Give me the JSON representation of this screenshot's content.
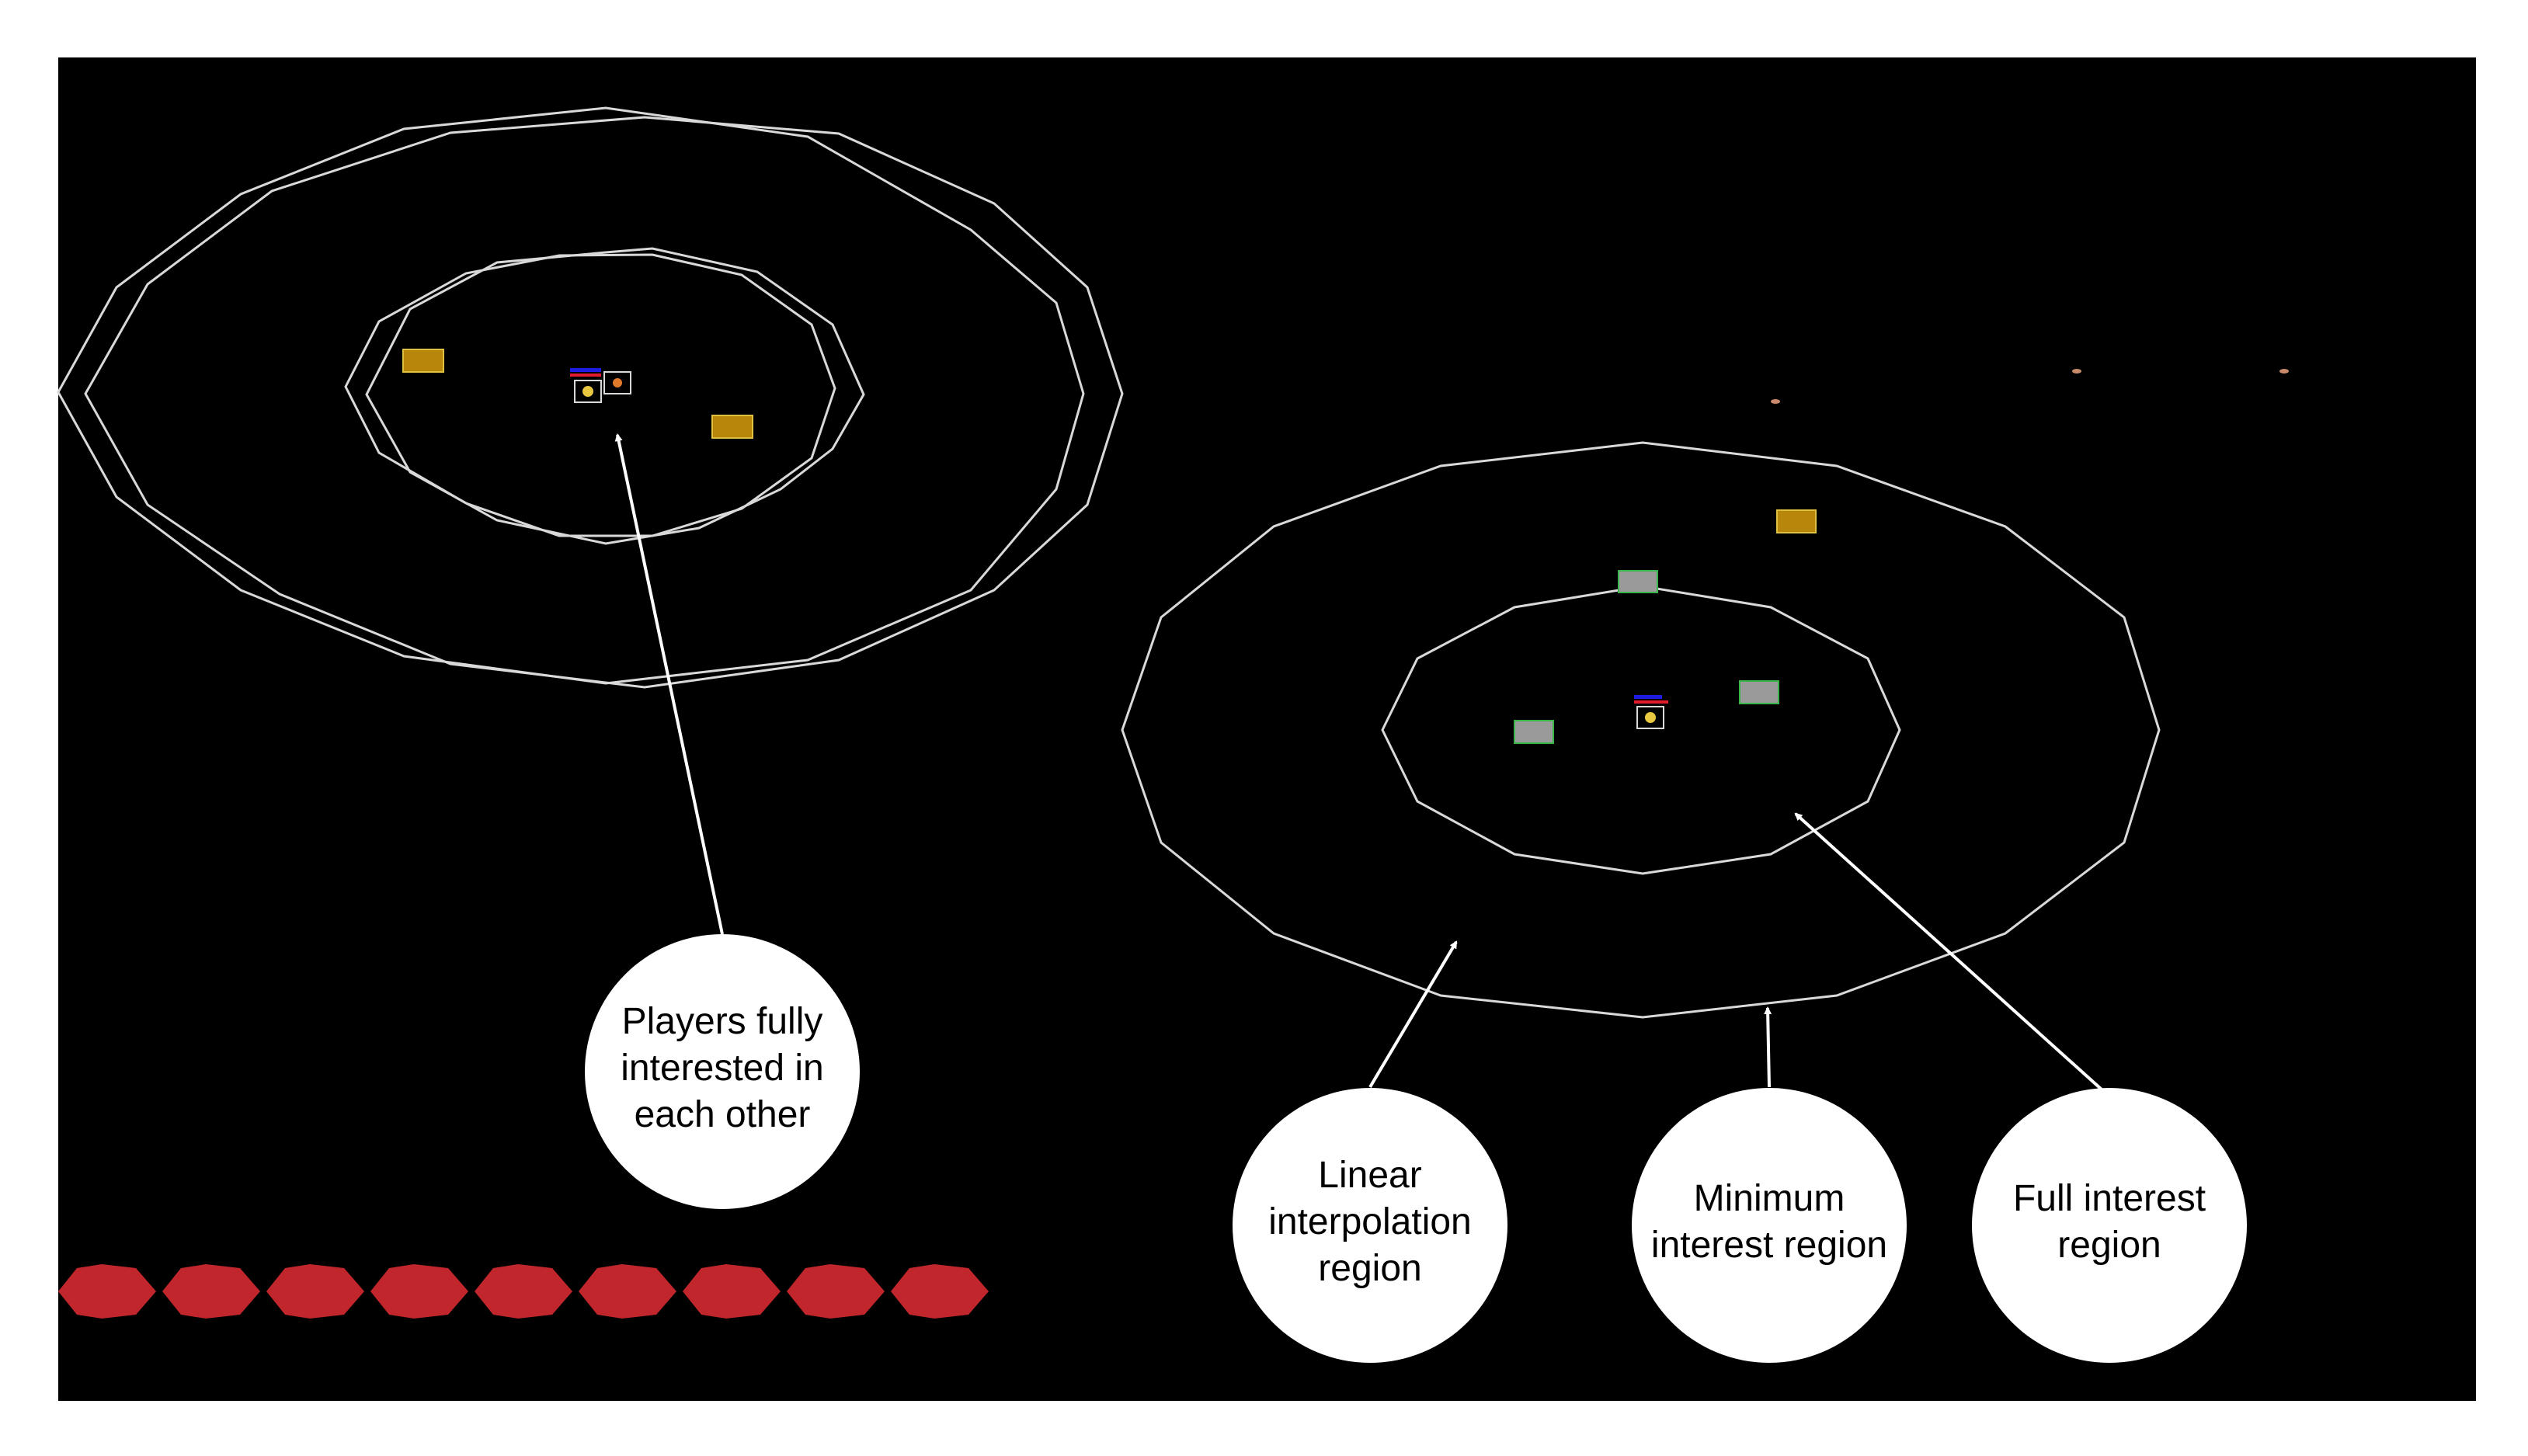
{
  "colors": {
    "background": "#000000",
    "frame": "#ffffff",
    "ring": "#d9d9d9",
    "coin": "#b8860b",
    "coin_border": "#e0c040",
    "grey_item": "#9a9a9a",
    "grey_item_border": "#39b54a",
    "health_bar": "#e11b2b",
    "mana_bar": "#1d1de0",
    "life_token": "#c0262c",
    "callout": "#ffffff",
    "callout_text": "#000000",
    "arrow": "#ffffff"
  },
  "life_tokens": {
    "count": 9,
    "icon": "red-octagon-icon"
  },
  "callouts": {
    "players_fully_interested": "Players fully\ninterested in\neach other",
    "linear_interpolation": "Linear\ninterpolation\nregion",
    "minimum_interest": "Minimum\ninterest region",
    "full_interest": "Full interest\nregion"
  }
}
